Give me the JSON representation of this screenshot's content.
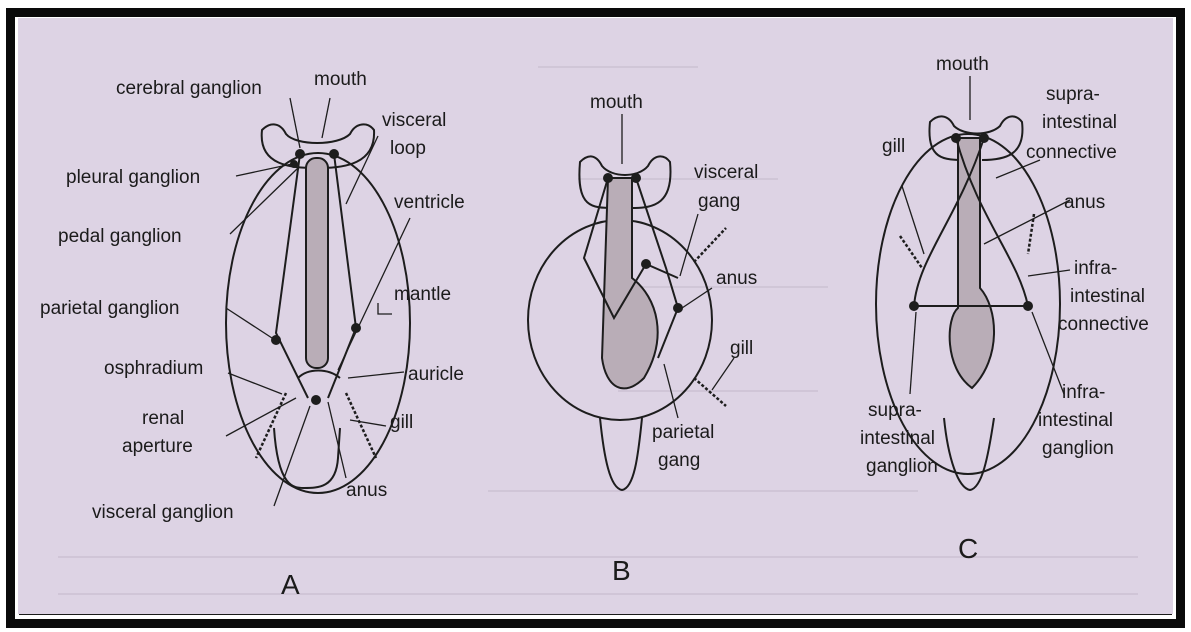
{
  "diagram": {
    "panel_a": {
      "letter": "A",
      "labels": {
        "cerebral_ganglion": "cerebral ganglion",
        "mouth": "mouth",
        "visceral_loop_1": "visceral",
        "visceral_loop_2": "loop",
        "pleural_ganglion": "pleural ganglion",
        "ventricle": "ventricle",
        "pedal_ganglion": "pedal ganglion",
        "mantle": "mantle",
        "parietal_ganglion": "parietal ganglion",
        "osphradium": "osphradium",
        "auricle": "auricle",
        "renal_aperture_1": "renal",
        "renal_aperture_2": "aperture",
        "gill": "gill",
        "anus": "anus",
        "visceral_ganglion": "visceral ganglion"
      }
    },
    "panel_b": {
      "letter": "B",
      "labels": {
        "mouth": "mouth",
        "visceral_gang_1": "visceral",
        "visceral_gang_2": "gang",
        "anus": "anus",
        "gill": "gill",
        "parietal_gang_1": "parietal",
        "parietal_gang_2": "gang"
      }
    },
    "panel_c": {
      "letter": "C",
      "labels": {
        "mouth": "mouth",
        "supra_connective_1": "supra-",
        "supra_connective_2": "intestinal",
        "supra_connective_3": "connective",
        "gill": "gill",
        "anus": "anus",
        "infra_connective_1": "infra-",
        "infra_connective_2": "intestinal",
        "infra_connective_3": "connective",
        "supra_ganglion_1": "supra-",
        "supra_ganglion_2": "intestinal",
        "supra_ganglion_3": "ganglion",
        "infra_ganglion_1": "infra-",
        "infra_ganglion_2": "intestinal",
        "infra_ganglion_3": "ganglion"
      }
    }
  },
  "colors": {
    "page_background": "#ddd3e4",
    "frame": "#0a0a0a",
    "ink": "#1d1d1d",
    "gut_fill": "#b9adb7"
  }
}
